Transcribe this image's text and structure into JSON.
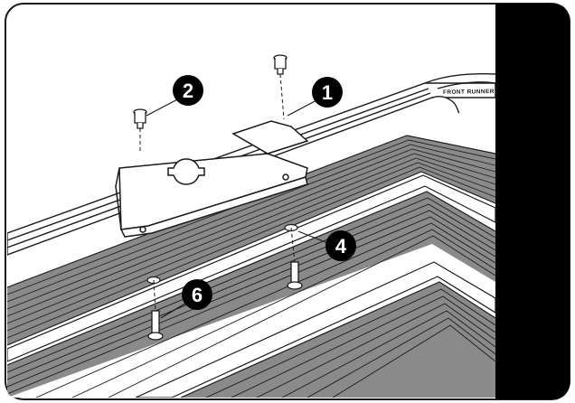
{
  "diagram": {
    "brand_label": "FRONT RUNNER",
    "callouts": [
      {
        "id": "callout-1",
        "label": "1"
      },
      {
        "id": "callout-2",
        "label": "2"
      },
      {
        "id": "callout-4",
        "label": "4"
      },
      {
        "id": "callout-6",
        "label": "6"
      }
    ],
    "colors": {
      "line": "#1a1a1a",
      "slat_dark": "#1f1f1f",
      "slat_mid": "#6a6a6a",
      "panel": "#ffffff",
      "side_bar": "#000000",
      "callout_fill": "#000000",
      "callout_text": "#ffffff"
    }
  }
}
